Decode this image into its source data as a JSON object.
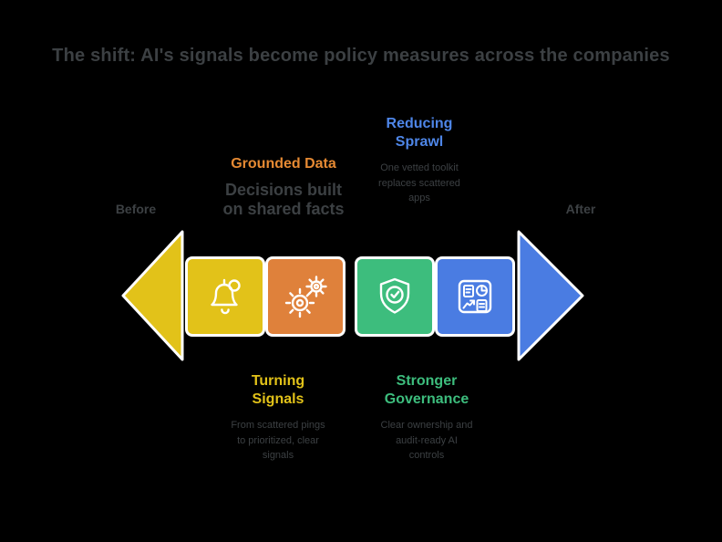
{
  "title": "The shift: AI's signals become policy measures across the companies",
  "side_labels": {
    "left": "Before",
    "right": "After"
  },
  "stages": [
    {
      "name": "turning-signals",
      "label": "Turning\nSignals",
      "description": "From scattered pings\nto prioritized, clear\nsignals",
      "color": "#E2C219",
      "icon": "bell-icon",
      "label_position": "below"
    },
    {
      "name": "grounded-data",
      "label": "Grounded Data",
      "detail_heading": "Decisions built\non shared facts",
      "color": "#DF813B",
      "icon": "gears-icon",
      "label_position": "above"
    },
    {
      "name": "stronger-governance",
      "label": "Stronger\nGovernance",
      "description": "Clear ownership and\naudit-ready AI\ncontrols",
      "color": "#3DBD7D",
      "icon": "shield-check-icon",
      "label_position": "below"
    },
    {
      "name": "reducing-sprawl",
      "label": "Reducing\nSprawl",
      "description": "One vetted toolkit\nreplaces scattered\napps",
      "color": "#4A7CE2",
      "icon": "dashboard-icon",
      "label_position": "above"
    }
  ],
  "label_colors": {
    "yellow": "#E2C219",
    "orange": "#E68A33",
    "green": "#3DBD7D",
    "blue": "#4E86E8"
  },
  "colors": {
    "background": "#000000",
    "muted_text": "#3c4043",
    "arrow_left": "#E2C219",
    "arrow_right": "#4A7CE2",
    "square_border": "#ffffff"
  }
}
